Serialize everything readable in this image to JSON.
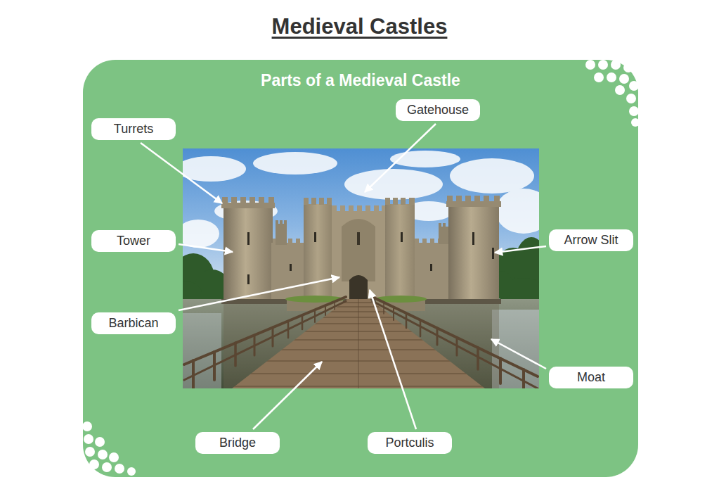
{
  "diagram": {
    "title": "Medieval Castles",
    "nodes": [
      {
        "text": [
          "Parts of a Medieval Castle"
        ]
      },
      {
        "text": [
          "Turrets"
        ],
        "in": 0
      },
      {
        "text": [
          "Gatehouse"
        ],
        "in": 0
      },
      {
        "text": [
          "Tower"
        ],
        "in": 0
      },
      {
        "text": [
          "Arrow Slit"
        ],
        "in": 0
      },
      {
        "text": [
          "Barbican"
        ],
        "in": 0
      },
      {
        "text": [
          "Moat"
        ],
        "in": 0
      },
      {
        "text": [
          "Bridge"
        ],
        "in": 0
      },
      {
        "text": [
          "Portculis"
        ],
        "in": 0
      }
    ]
  }
}
